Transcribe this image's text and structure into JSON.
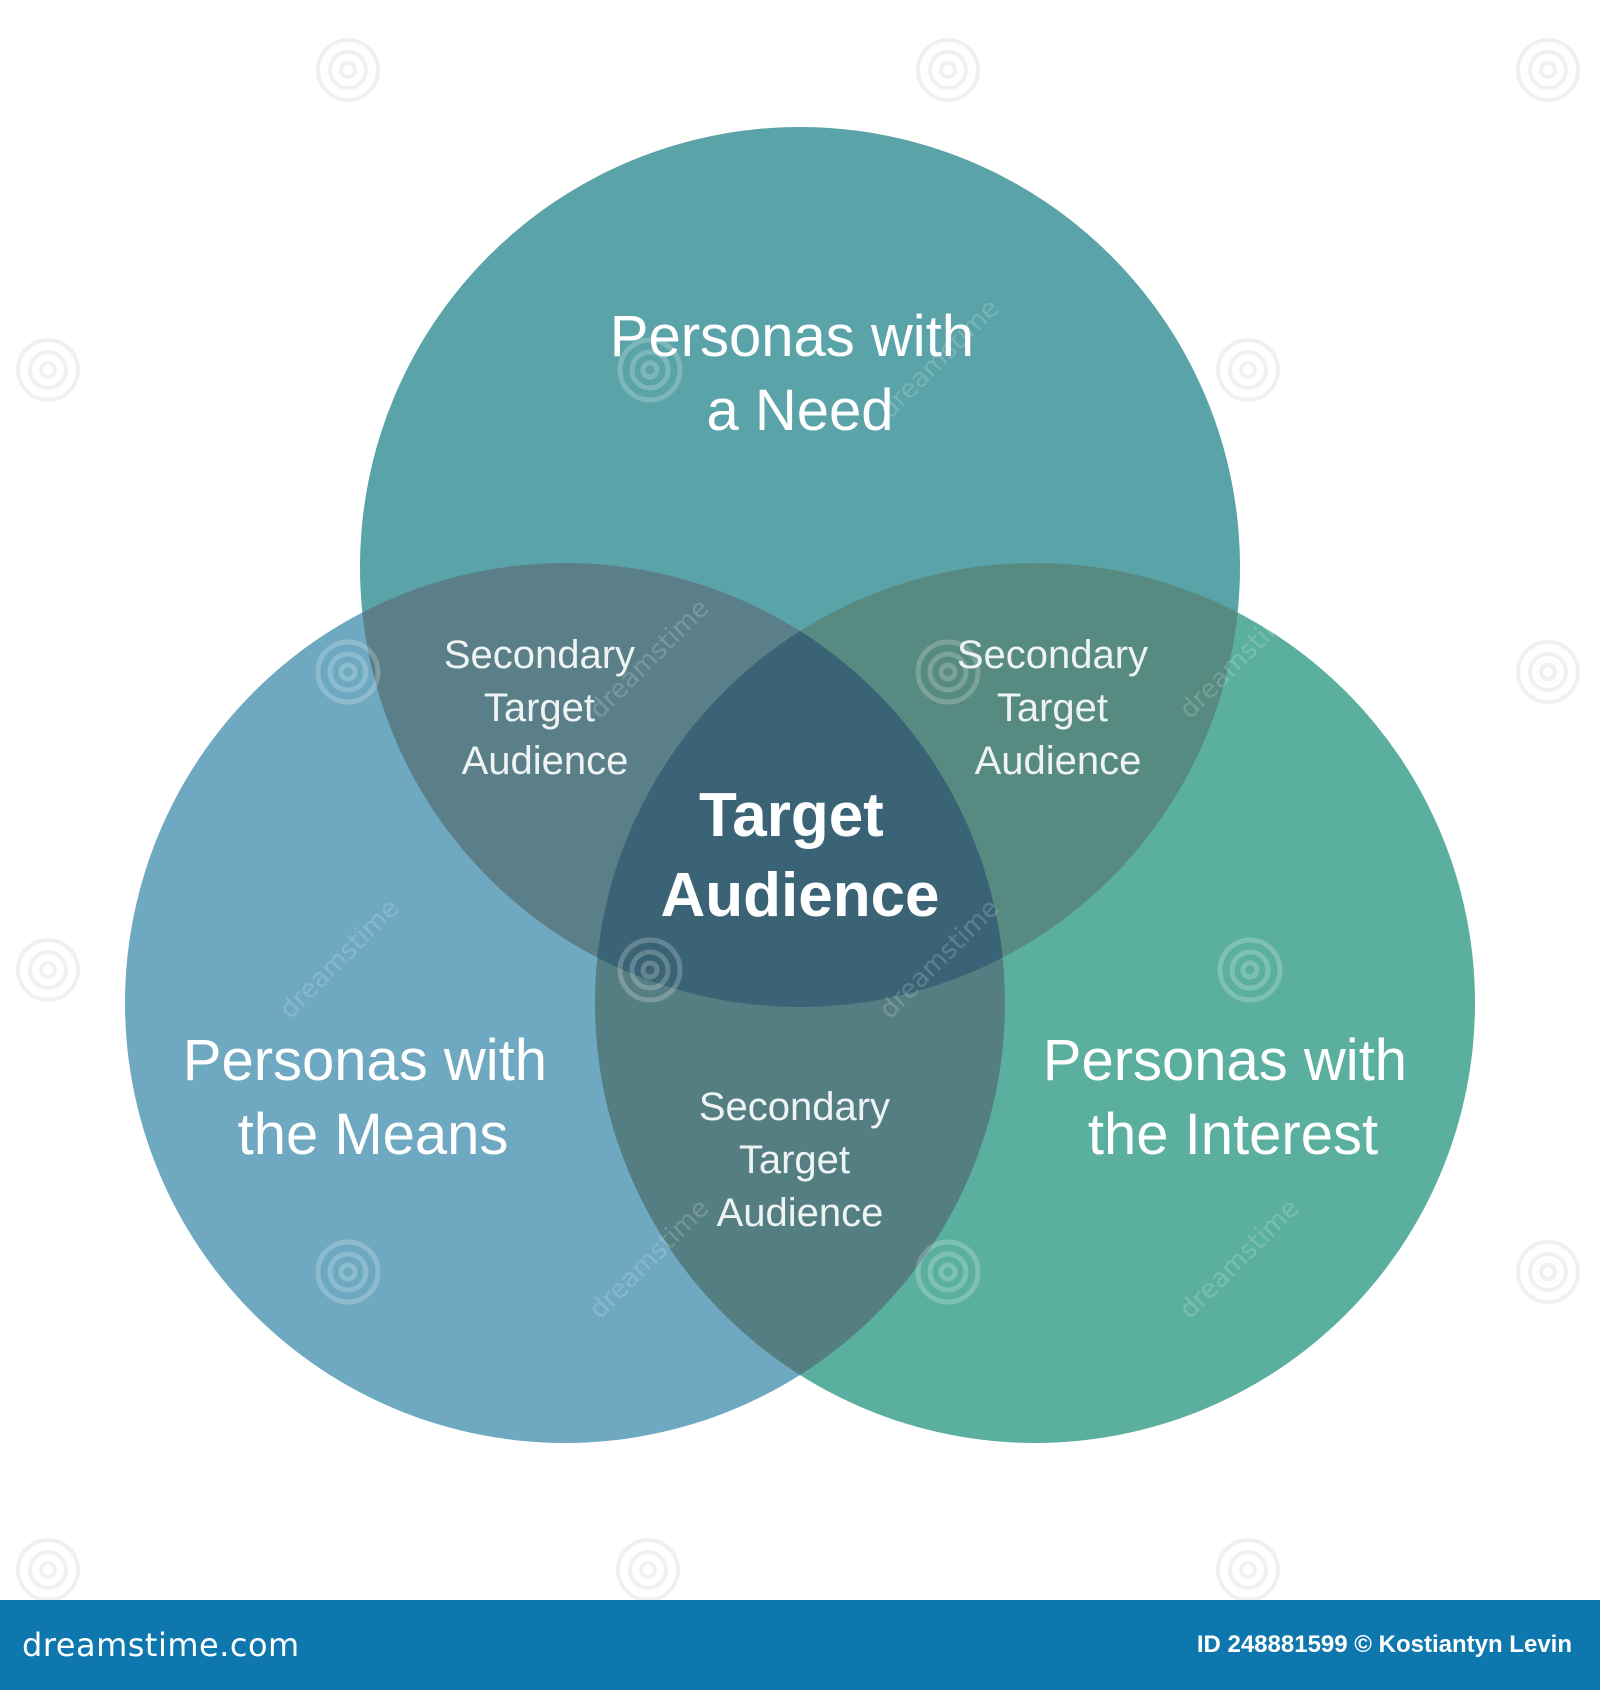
{
  "diagram": {
    "type": "venn",
    "circles": [
      {
        "id": "need",
        "label_lines": [
          "Personas with",
          "a Need"
        ],
        "color": "#5aa3a8"
      },
      {
        "id": "means",
        "label_lines": [
          "Personas with",
          "the Means"
        ],
        "color": "#6ea8c1"
      },
      {
        "id": "interest",
        "label_lines": [
          "Personas with",
          "the Interest"
        ],
        "color": "#5baf9f"
      }
    ],
    "intersections": {
      "need_means": {
        "label_lines": [
          "Secondary",
          "Target",
          "Audience"
        ],
        "color": "#5a7f88"
      },
      "need_interest": {
        "label_lines": [
          "Secondary",
          "Target",
          "Audience"
        ],
        "color": "#578a80"
      },
      "means_interest": {
        "label_lines": [
          "Secondary",
          "Target",
          "Audience"
        ],
        "color": "#557e82"
      },
      "center": {
        "label_lines": [
          "Target",
          "Audience"
        ],
        "color": "#3a6375"
      }
    }
  },
  "watermark": {
    "text": "dreamstime"
  },
  "footer": {
    "site": "dreamstime.com",
    "credit": "ID 248881599 © Kostiantyn Levin",
    "background": "#0e77ae"
  }
}
